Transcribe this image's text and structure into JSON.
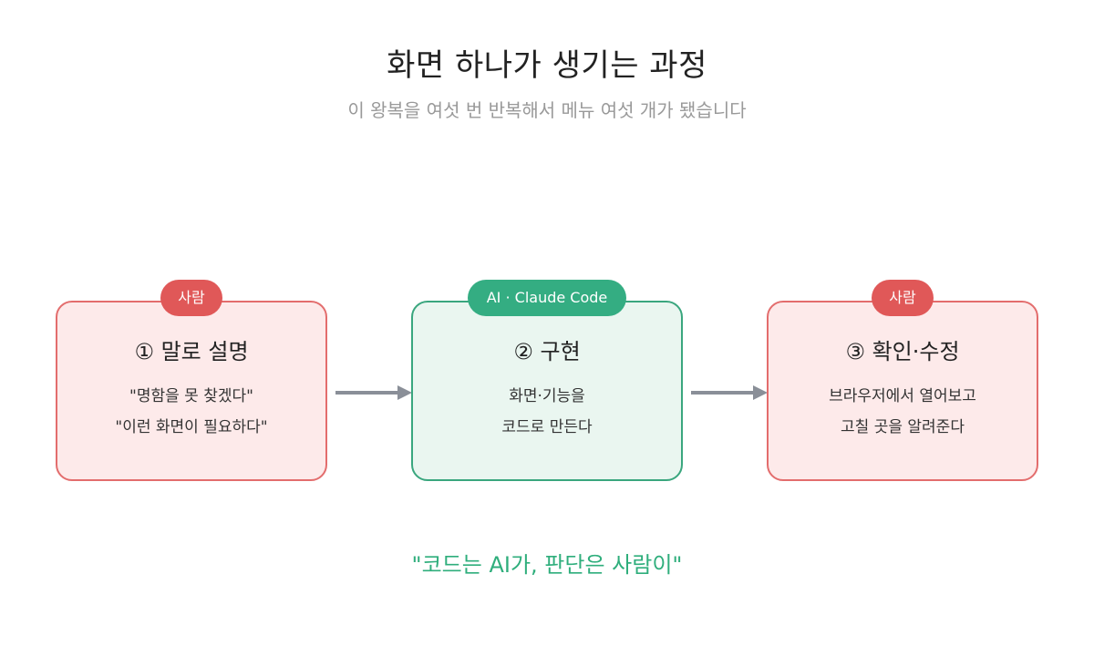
{
  "header": {
    "title": "화면 하나가 생기는 과정",
    "subtitle": "이 왕복을 여섯 번 반복해서 메뉴 여섯 개가 됐습니다"
  },
  "steps": [
    {
      "badge": "사람",
      "title": "① 말로 설명",
      "line1": "\"명함을 못 찾겠다\"",
      "line2": "\"이런 화면이 필요하다\"",
      "kind": "human"
    },
    {
      "badge": "AI · Claude Code",
      "title": "② 구현",
      "line1": "화면·기능을",
      "line2": "코드로 만든다",
      "kind": "ai"
    },
    {
      "badge": "사람",
      "title": "③ 확인·수정",
      "line1": "브라우저에서 열어보고",
      "line2": "고칠 곳을 알려준다",
      "kind": "human"
    }
  ],
  "footer": {
    "quote": "\"코드는 AI가, 판단은 사람이\""
  },
  "colors": {
    "human_border": "#e36d6d",
    "human_fill": "#fdeaea",
    "human_badge": "#e05858",
    "ai_border": "#3aa67e",
    "ai_fill": "#eaf6f0",
    "ai_badge": "#34ad82",
    "arrow": "#8a8f98",
    "quote": "#2fae7c"
  },
  "icons": {
    "connector": "arrow-right-icon"
  }
}
